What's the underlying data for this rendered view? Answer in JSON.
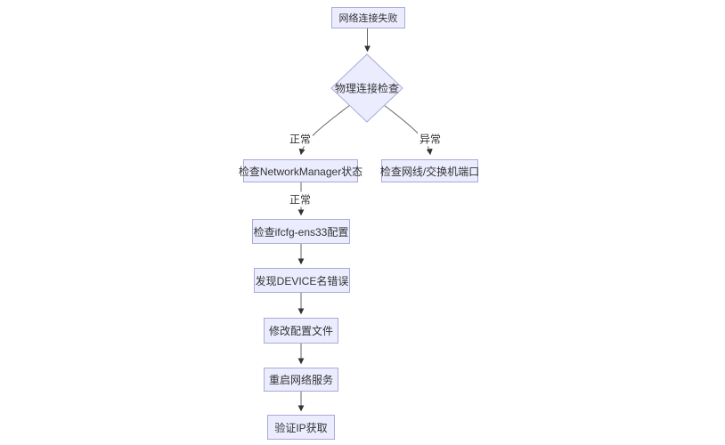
{
  "diagram": {
    "type": "flowchart",
    "direction": "top-down",
    "colors": {
      "background": "#ffffff",
      "node_fill": "#ECECFF",
      "node_border": "#AAAAD6",
      "edge_line": "#666666",
      "arrowhead": "#333333",
      "text": "#333333"
    },
    "nodes": [
      {
        "id": "start",
        "shape": "rect",
        "label": "网络连接失败"
      },
      {
        "id": "check",
        "shape": "diamond",
        "label": "物理连接检查"
      },
      {
        "id": "nm",
        "shape": "rect",
        "label": "检查NetworkManager状态"
      },
      {
        "id": "cable",
        "shape": "rect",
        "label": "检查网线/交换机端口"
      },
      {
        "id": "ifcfg",
        "shape": "rect",
        "label": "检查ifcfg-ens33配置"
      },
      {
        "id": "device",
        "shape": "rect",
        "label": "发现DEVICE名错误"
      },
      {
        "id": "modify",
        "shape": "rect",
        "label": "修改配置文件"
      },
      {
        "id": "restart",
        "shape": "rect",
        "label": "重启网络服务"
      },
      {
        "id": "verify",
        "shape": "rect",
        "label": "验证IP获取"
      }
    ],
    "edges": [
      {
        "from": "start",
        "to": "check",
        "label": ""
      },
      {
        "from": "check",
        "to": "nm",
        "label": "正常"
      },
      {
        "from": "check",
        "to": "cable",
        "label": "异常"
      },
      {
        "from": "nm",
        "to": "ifcfg",
        "label": "正常"
      },
      {
        "from": "ifcfg",
        "to": "device",
        "label": ""
      },
      {
        "from": "device",
        "to": "modify",
        "label": ""
      },
      {
        "from": "modify",
        "to": "restart",
        "label": ""
      },
      {
        "from": "restart",
        "to": "verify",
        "label": ""
      }
    ]
  }
}
